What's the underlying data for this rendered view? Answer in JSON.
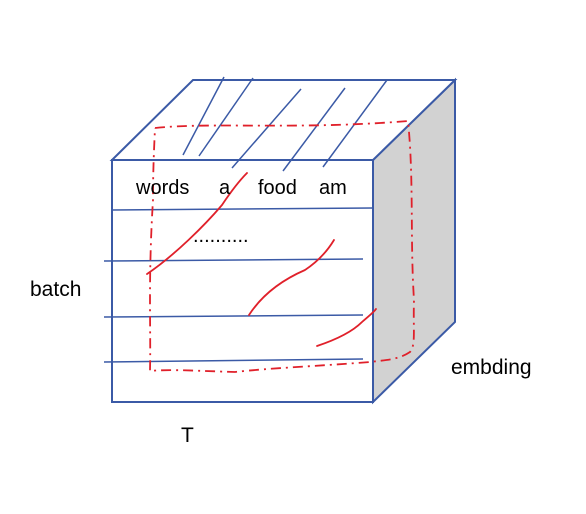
{
  "labels": {
    "batch": "batch",
    "time": "T",
    "embedding": "embding"
  },
  "front_words": [
    "words",
    "a",
    "food",
    "am"
  ],
  "ellipsis": "..........",
  "colors": {
    "cube_stroke": "#3b5aa6",
    "side_fill": "#d2d2d2",
    "annotation": "#e0202a",
    "background": "#ffffff"
  }
}
